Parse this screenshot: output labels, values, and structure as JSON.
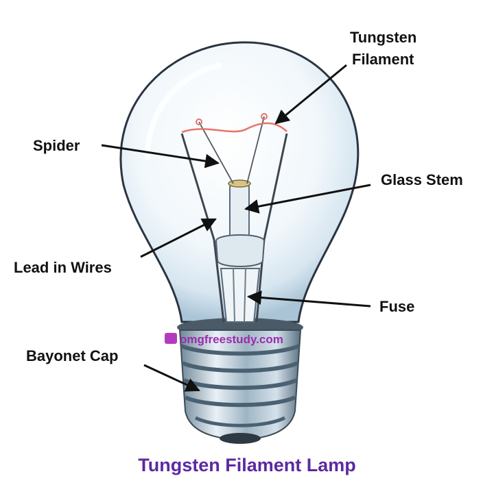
{
  "diagram": {
    "labels": {
      "tungsten_filament_line1": "Tungsten",
      "tungsten_filament_line2": "Filament",
      "spider": "Spider",
      "glass_stem": "Glass Stem",
      "lead_in_wires": "Lead in Wires",
      "fuse": "Fuse",
      "bayonet_cap": "Bayonet Cap"
    },
    "watermark": "omgfreestudy.com",
    "title": "Tungsten Filament Lamp"
  },
  "colors": {
    "title": "#5b2aa0",
    "watermark": "#9c2bb0",
    "label": "#111111",
    "glass_outline": "#2b3440",
    "filament": "#e8736a"
  }
}
